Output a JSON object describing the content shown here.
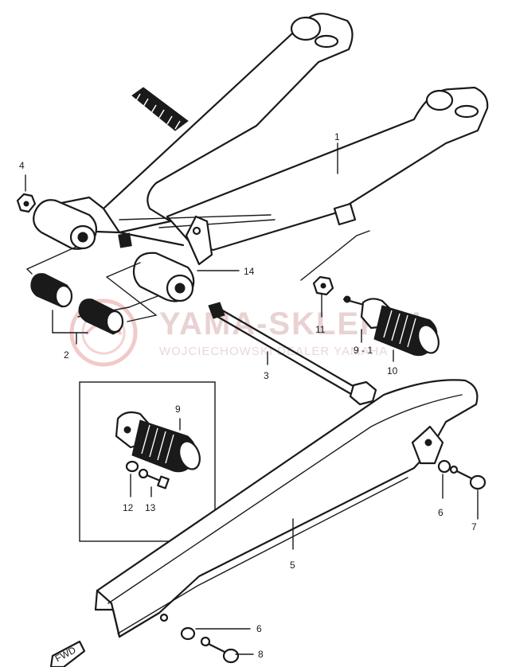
{
  "watermark": {
    "brand": "YAMA-SKLEP.PL",
    "tagline": "WOJCIECHOWSKI DEALER YAMAHA"
  },
  "fwd_mark": "FWD",
  "labels": {
    "l1": "1",
    "l2": "2",
    "l3": "3",
    "l4": "4",
    "l5": "5",
    "l6a": "6",
    "l6b": "6",
    "l7": "7",
    "l8": "8",
    "l9a": "9",
    "l9_1": "9 - 1",
    "l10": "10",
    "l11": "11",
    "l12": "12",
    "l13": "13",
    "l14": "14"
  }
}
